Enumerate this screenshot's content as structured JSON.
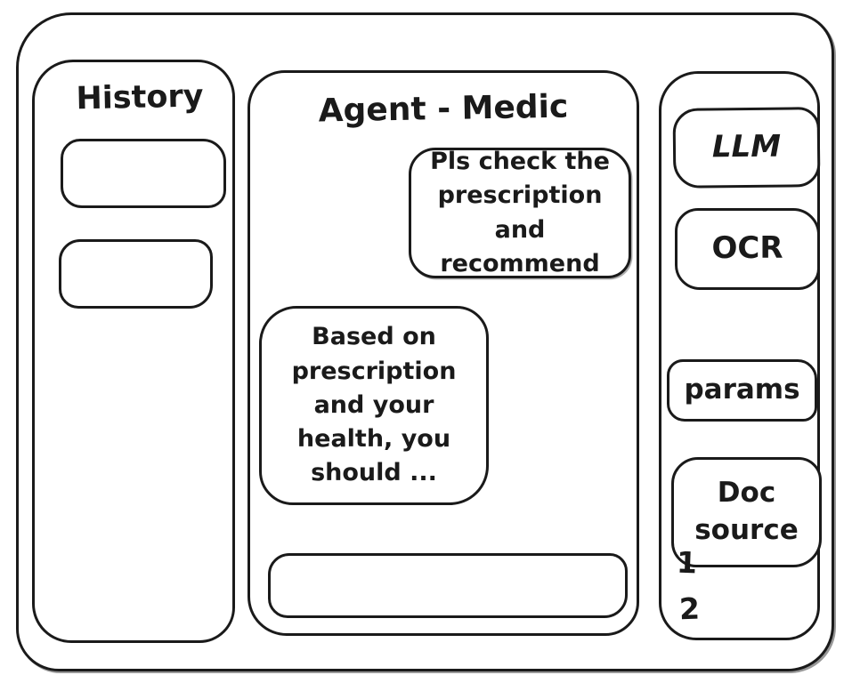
{
  "colors": {
    "stroke": "#1a1a1a",
    "background": "#ffffff"
  },
  "history_panel": {
    "title": "History",
    "items": [
      {
        "label": ""
      },
      {
        "label": ""
      }
    ]
  },
  "chat_panel": {
    "title": "Agent - Medic",
    "messages": [
      {
        "role": "user",
        "text": "Pls check the prescription and recommend"
      },
      {
        "role": "agent",
        "text": "Based on prescription and your health, you should ..."
      }
    ],
    "input": {
      "value": "",
      "placeholder": ""
    }
  },
  "tools_panel": {
    "buttons": [
      {
        "id": "llm",
        "label": "LLM"
      },
      {
        "id": "ocr",
        "label": "OCR"
      },
      {
        "id": "params",
        "label": "params"
      },
      {
        "id": "doc-source",
        "label": "Doc source"
      }
    ],
    "notes": [
      "1",
      "2"
    ]
  }
}
